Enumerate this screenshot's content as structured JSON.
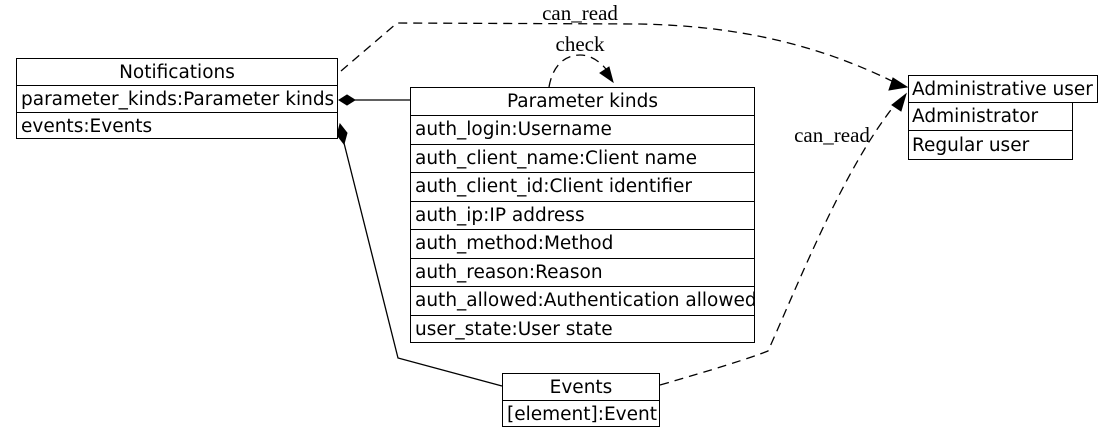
{
  "diagram": {
    "background": "#ffffff",
    "line_color": "#000000",
    "nodes": {
      "notifications": {
        "title": "Notifications",
        "rows": [
          "parameter_kinds:Parameter kinds",
          "events:Events"
        ]
      },
      "parameter_kinds": {
        "title": "Parameter kinds",
        "rows": [
          "auth_login:Username",
          "auth_client_name:Client name",
          "auth_client_id:Client identifier",
          "auth_ip:IP address",
          "auth_method:Method",
          "auth_reason:Reason",
          "auth_allowed:Authentication allowed",
          "user_state:User state"
        ]
      },
      "administrative_user": {
        "title": "Administrative user",
        "rows": [
          "Administrator",
          "Regular user"
        ]
      },
      "events": {
        "title": "Events",
        "rows": [
          "[element]:Event"
        ]
      }
    },
    "edges": {
      "can_read_top": {
        "label": "can_read",
        "style": "dashed",
        "from": "Notifications",
        "to": "Administrative user"
      },
      "check": {
        "label": "check",
        "style": "dashed",
        "from": "Parameter kinds",
        "to": "Parameter kinds"
      },
      "can_read_bottom": {
        "label": "can_read",
        "style": "dashed",
        "from": "Events",
        "to": "Administrative user"
      },
      "parameter_kinds_link": {
        "label": "",
        "style": "solid-diamond",
        "from": "Notifications",
        "to": "Parameter kinds"
      },
      "events_link": {
        "label": "",
        "style": "solid-diamond",
        "from": "Notifications",
        "to": "Events"
      }
    }
  }
}
